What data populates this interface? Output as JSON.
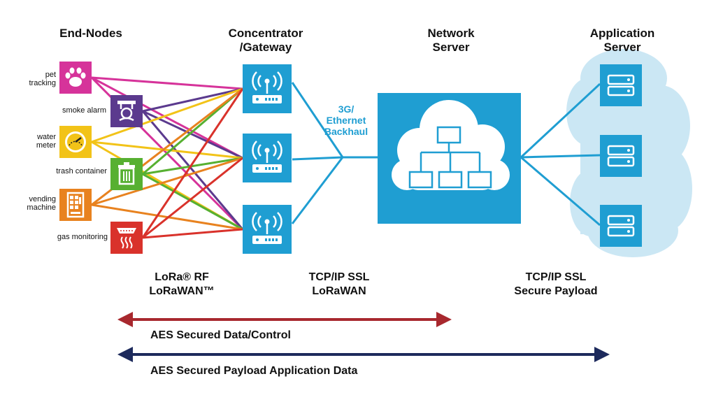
{
  "headers": {
    "end_nodes": "End-Nodes",
    "concentrator_l1": "Concentrator",
    "concentrator_l2": "/Gateway",
    "network_l1": "Network",
    "network_l2": "Server",
    "app_l1": "Application",
    "app_l2": "Server"
  },
  "nodes": [
    {
      "label_l1": "pet",
      "label_l2": "tracking",
      "color": "#d6339a",
      "icon": "paw-icon"
    },
    {
      "label_l1": "smoke alarm",
      "label_l2": "",
      "color": "#5b3a8e",
      "icon": "smoke-alarm-icon"
    },
    {
      "label_l1": "water",
      "label_l2": "meter",
      "color": "#f2c318",
      "icon": "meter-gauge-icon"
    },
    {
      "label_l1": "trash container",
      "label_l2": "",
      "color": "#57b031",
      "icon": "trash-icon"
    },
    {
      "label_l1": "vending",
      "label_l2": "machine",
      "color": "#e8821f",
      "icon": "vending-machine-icon"
    },
    {
      "label_l1": "gas monitoring",
      "label_l2": "",
      "color": "#d9322b",
      "icon": "gas-detector-icon"
    }
  ],
  "gateways": [
    {
      "icon": "gateway-antenna-icon"
    },
    {
      "icon": "gateway-antenna-icon"
    },
    {
      "icon": "gateway-antenna-icon"
    }
  ],
  "backhaul": {
    "l1": "3G/",
    "l2": "Ethernet",
    "l3": "Backhaul"
  },
  "network_server_icon": "network-hierarchy-icon",
  "app_servers": [
    {
      "icon": "server-rack-icon"
    },
    {
      "icon": "server-rack-icon"
    },
    {
      "icon": "server-rack-icon"
    }
  ],
  "protocols": {
    "rf_l1": "LoRa® RF",
    "rf_l2": "LoRaWAN™",
    "tcp_l1": "TCP/IP SSL",
    "tcp_l2": "LoRaWAN",
    "secure_l1": "TCP/IP SSL",
    "secure_l2": "Secure Payload"
  },
  "arrows": {
    "control_label": "AES Secured Data/Control",
    "control_color": "#a8282e",
    "payload_label": "AES Secured Payload Application Data",
    "payload_color": "#1d2a5c"
  },
  "colors": {
    "accent_blue": "#1f9ed2",
    "cloud_light": "#cbe7f4"
  }
}
